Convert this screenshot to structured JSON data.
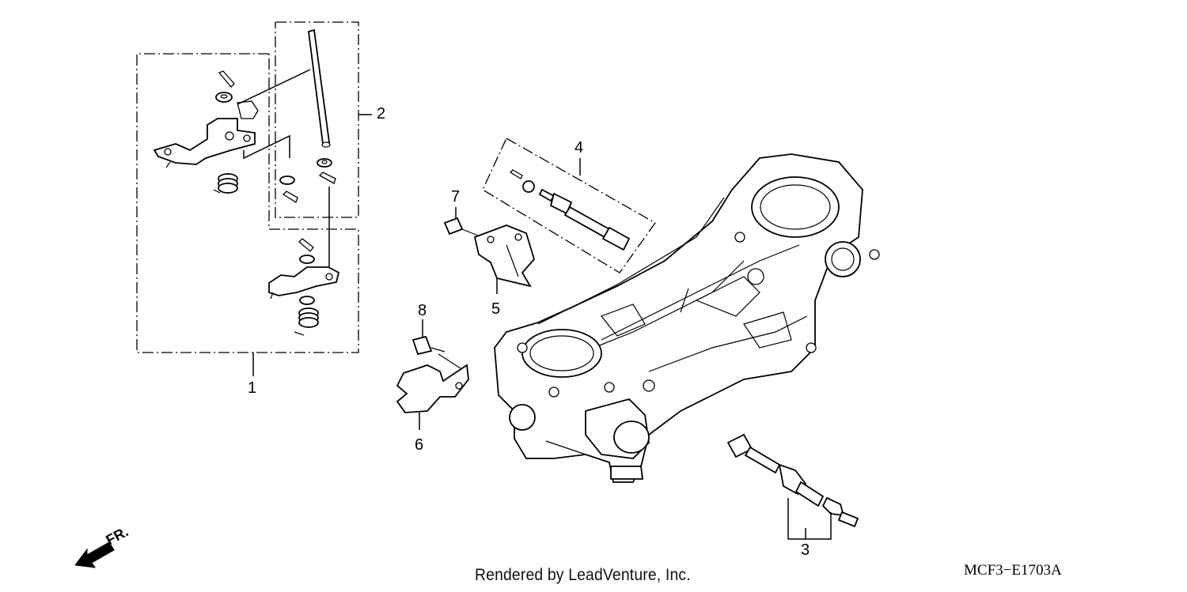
{
  "callouts": {
    "c1": "1",
    "c2": "2",
    "c3": "3",
    "c4": "4",
    "c5": "5",
    "c6": "6",
    "c7": "7",
    "c8": "8"
  },
  "direction_label": "FR.",
  "credit": "Rendered by LeadVenture, Inc.",
  "diagram_code": "MCF3−E1703A"
}
